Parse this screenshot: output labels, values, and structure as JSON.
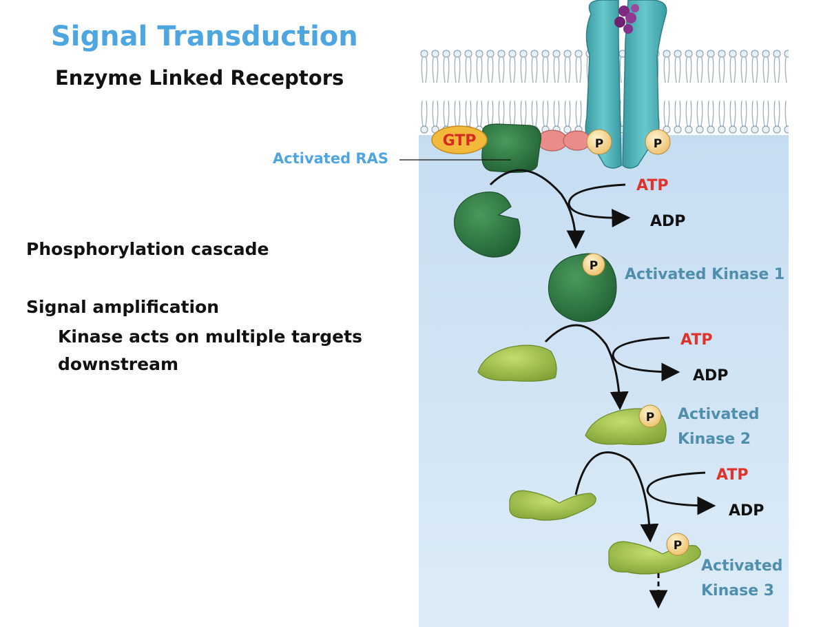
{
  "title": "Signal Transduction",
  "subtitle": "Enzyme Linked Receptors",
  "bullets": {
    "phosphorylation": "Phosphorylation cascade",
    "amplification": "Signal amplification",
    "kinase_line1": "Kinase acts on multiple targets",
    "kinase_line2": "downstream"
  },
  "diagram": {
    "ras_label": "Activated RAS",
    "gtp": "GTP",
    "phosphate": "P",
    "atp": "ATP",
    "adp": "ADP",
    "kinase1": "Activated Kinase 1",
    "kinase2_line1": "Activated",
    "kinase2_line2": "Kinase 2",
    "kinase3_line1": "Activated",
    "kinase3_line2": "Kinase 3"
  },
  "colors": {
    "title": "#4da6e0",
    "kinase_label": "#4f8fab",
    "atp": "#e0312a",
    "receptor": "#4bb3b8",
    "ras": "#2f7a45",
    "kinase_dark": "#2e7a42",
    "kinase_light": "#9ec24a",
    "phosphate": "#f6d58a",
    "cytoplasm": "#d3e6f5"
  }
}
